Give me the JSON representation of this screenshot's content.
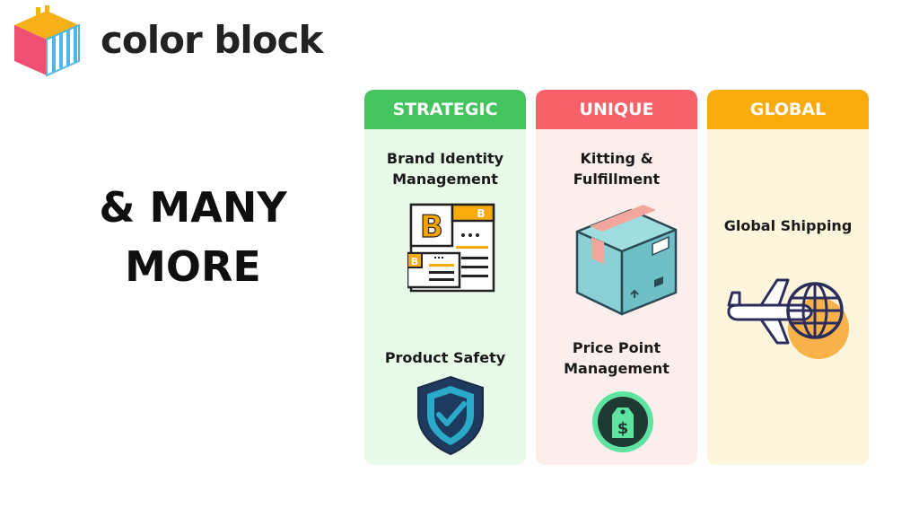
{
  "logo": {
    "text": "color block"
  },
  "headline": {
    "line1": "& MANY",
    "line2": "MORE"
  },
  "cards": [
    {
      "header": "STRATEGIC",
      "header_color": "#44c35e",
      "body_color": "#e8fbe9",
      "items": [
        {
          "label_line1": "Brand Identity",
          "label_line2": "Management",
          "icon": "brand-cards-icon",
          "glyph": "B"
        },
        {
          "label_line1": "Product Safety",
          "icon": "shield-check-icon"
        }
      ]
    },
    {
      "header": "UNIQUE",
      "header_color": "#f76169",
      "body_color": "#fdeeee",
      "items": [
        {
          "label_line1": "Kitting &",
          "label_line2": "Fulfillment",
          "icon": "package-box-icon"
        },
        {
          "label_line1": "Price Point",
          "label_line2": "Management",
          "icon": "price-tag-icon",
          "glyph": "$"
        }
      ]
    },
    {
      "header": "GLOBAL",
      "header_color": "#f9ab0e",
      "body_color": "#fdf6dc",
      "items": [
        {
          "label_line1": "Global Shipping",
          "icon": "plane-globe-icon"
        }
      ]
    }
  ]
}
